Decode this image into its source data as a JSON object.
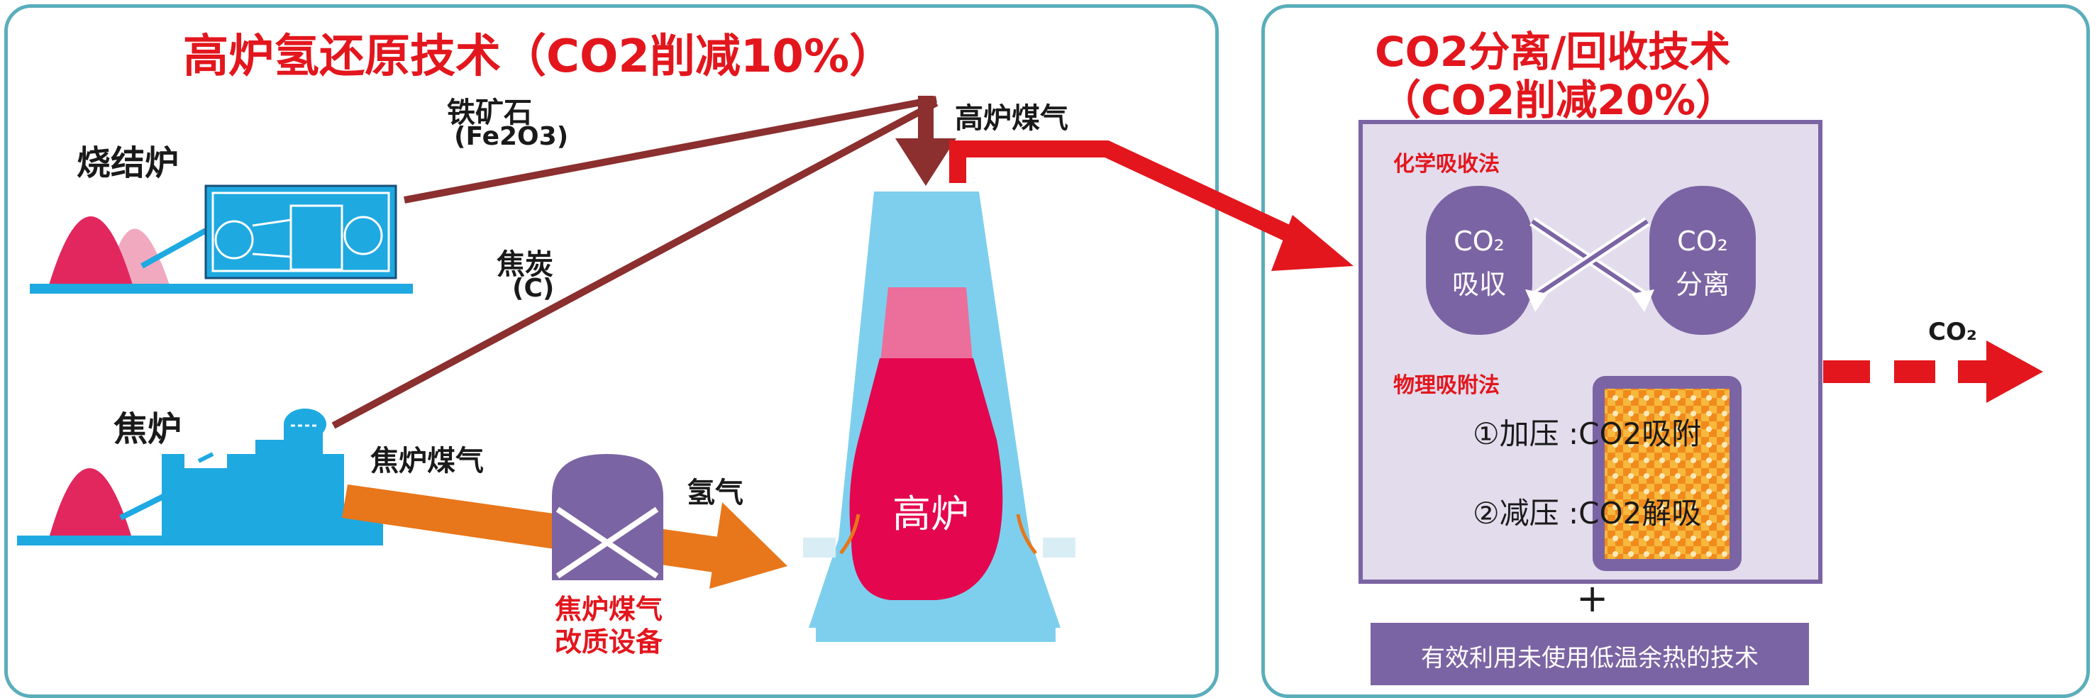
{
  "left_panel": {
    "title": "高炉氢还原技术（CO2削减10%）",
    "sinter_label": "烧结炉",
    "coke_oven_label": "焦炉",
    "iron_ore_label": "铁矿石",
    "iron_ore_formula": "(Fe2O3)",
    "coke_label": "焦炭",
    "coke_formula": "(C)",
    "coke_oven_gas_label": "焦炉煤气",
    "hydrogen_label": "氢气",
    "reformer_label_line1": "焦炉煤气",
    "reformer_label_line2": "改质设备",
    "blast_furnace_gas_label": "高炉煤气",
    "blast_furnace_label": "高炉"
  },
  "right_panel": {
    "title_line1": "CO2分离/回收技术",
    "title_line2": "（CO2削减20%）",
    "chemical_label": "化学吸收法",
    "absorb_node_line1": "CO₂",
    "absorb_node_line2": "吸収",
    "separate_node_line1": "CO₂",
    "separate_node_line2": "分离",
    "physical_label": "物理吸附法",
    "step1": "①加压 :CO2吸附",
    "step2": "②减压 :CO2解吸",
    "plus": "+",
    "bottom_box": "有效利用未使用低温余热的技术",
    "output_label": "CO₂"
  },
  "colors": {
    "red": "#e3161d",
    "blue": "#1ea9e1",
    "light_blue": "#7ecfee",
    "pink": "#e8245a",
    "dark_red_line": "#8b2f2f",
    "orange": "#e8761a",
    "purple": "#7b64a3",
    "border_teal": "#5aaebb"
  }
}
